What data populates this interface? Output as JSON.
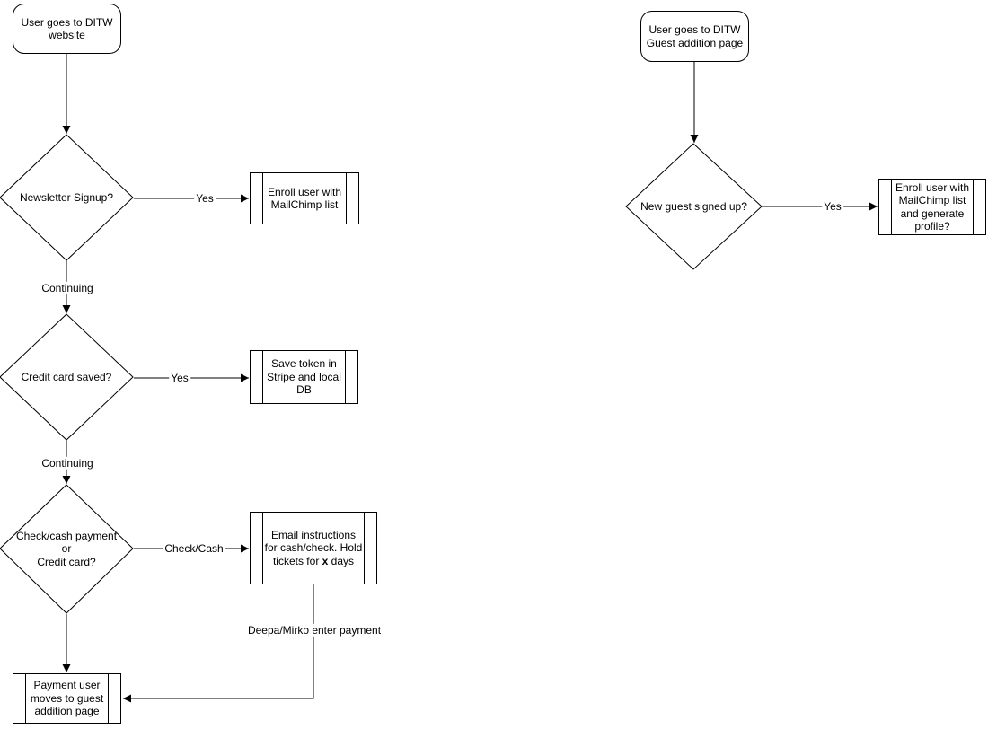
{
  "diagram": {
    "background_color": "#ffffff",
    "stroke_color": "#000000",
    "text_color": "#000000"
  },
  "left_flow": {
    "start_label": "User goes to DITW\nwebsite",
    "newsletter_decision": "Newsletter Signup?",
    "enroll_process": "Enroll user with\nMailChimp list",
    "yes_label_1": "Yes",
    "continuing_label_1": "Continuing",
    "credit_card_decision": "Credit card saved?",
    "save_token_process": "Save token in\nStripe and local\nDB",
    "yes_label_2": "Yes",
    "continuing_label_2": "Continuing",
    "payment_method_decision": "Check/cash payment\nor\nCredit card?",
    "check_cash_label": "Check/Cash",
    "email_process_pre": "Email instructions\nfor cash/check. Hold\ntickets for ",
    "email_process_bold": "x",
    "email_process_post": " days",
    "deepa_mirko_label": "Deepa/Mirko enter payment",
    "payment_user_process": "Payment user\nmoves to guest\naddition page"
  },
  "right_flow": {
    "start_label": "User goes to DITW\nGuest addition page",
    "new_guest_decision": "New guest signed up?",
    "enroll_generate_process": "Enroll user with\nMailChimp list\nand generate\nprofile?",
    "yes_label": "Yes"
  }
}
